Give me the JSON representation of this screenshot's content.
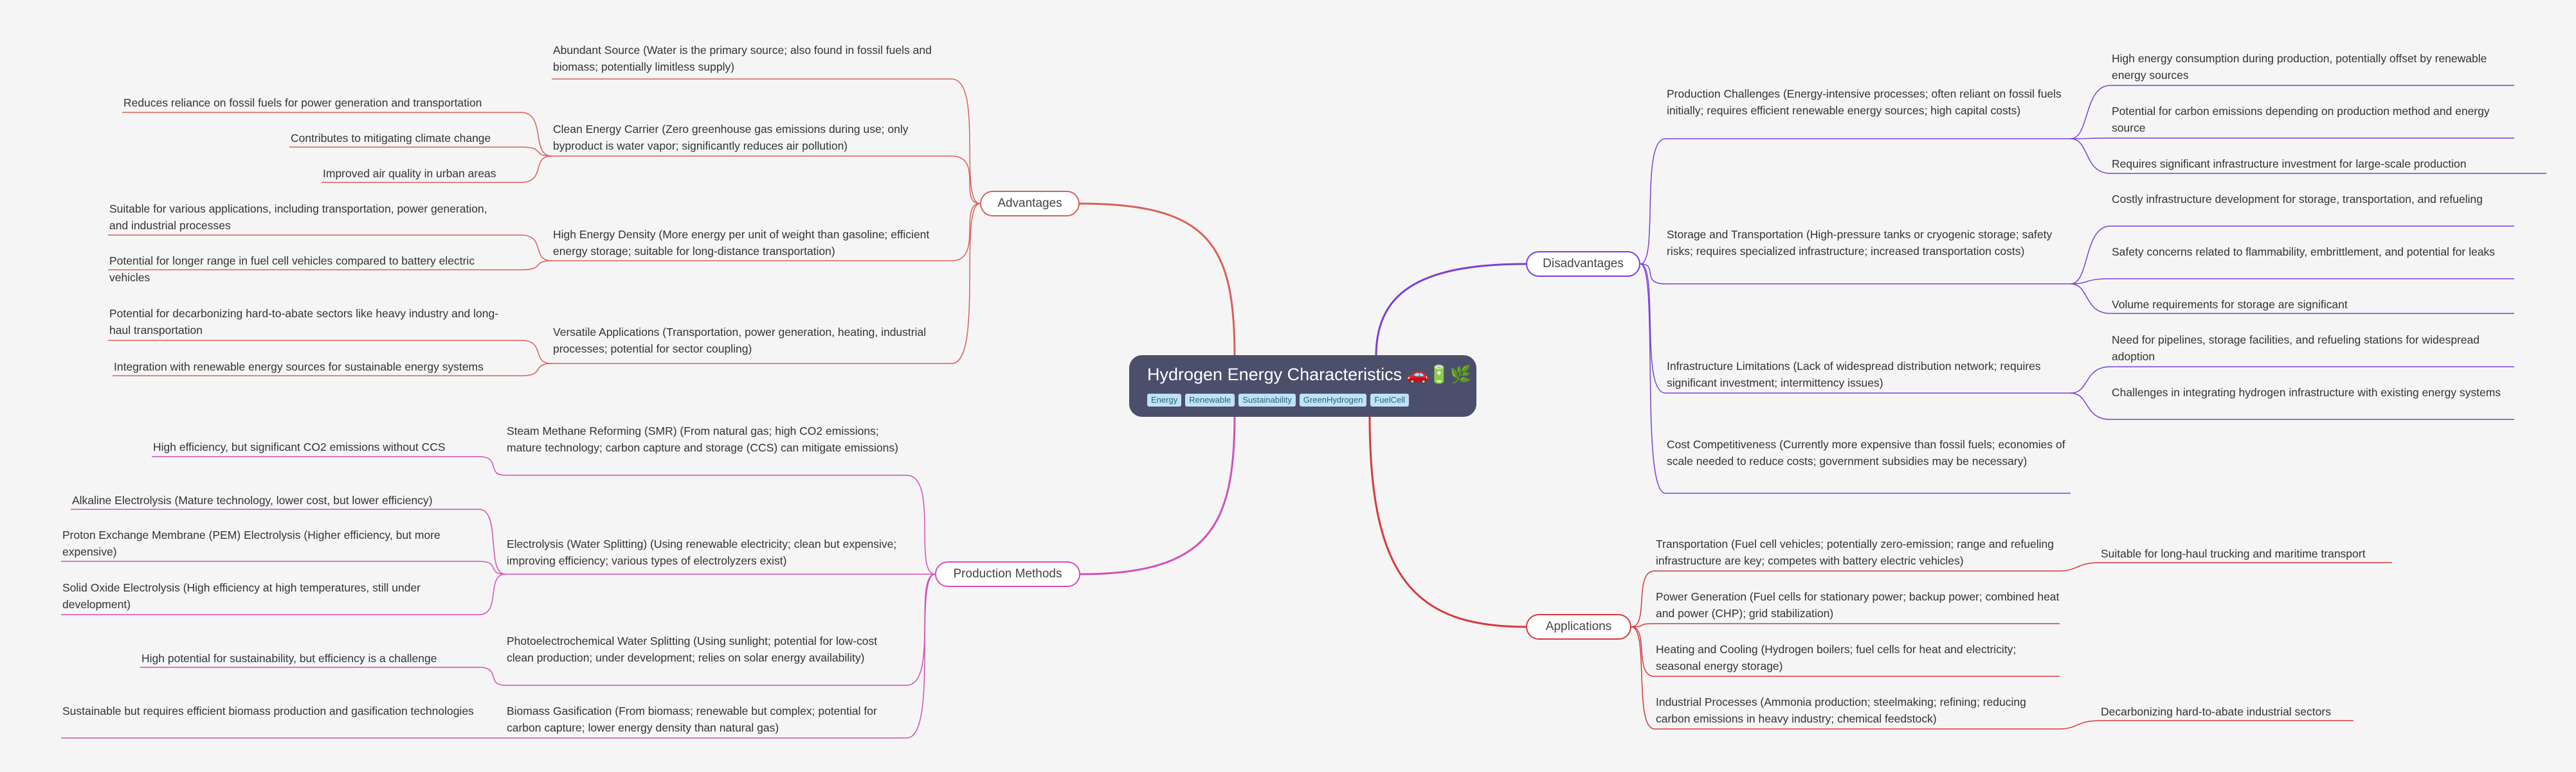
{
  "root": {
    "title": "Hydrogen Energy Characteristics 🚗🔋🌿",
    "tags": [
      "Energy",
      "Renewable",
      "Sustainability",
      "GreenHydrogen",
      "FuelCell"
    ]
  },
  "colors": {
    "advantages": "#d9605a",
    "production_methods": "#d24fb8",
    "disadvantages": "#7b3fd6",
    "applications": "#d6383f",
    "background": "#f5f5f5",
    "root": "#4b4f6b"
  },
  "branches": {
    "advantages": {
      "label": "Advantages",
      "items": [
        {
          "text": "Abundant Source (Water is the primary source; also found in fossil fuels and biomass; potentially limitless supply)",
          "children": []
        },
        {
          "text": "Clean Energy Carrier (Zero greenhouse gas emissions during use; only byproduct is water vapor; significantly reduces air pollution)",
          "children": [
            "Reduces reliance on fossil fuels for power generation and transportation",
            "Contributes to mitigating climate change",
            "Improved air quality in urban areas"
          ]
        },
        {
          "text": "High Energy Density (More energy per unit of weight than gasoline; efficient energy storage; suitable for long-distance transportation)",
          "children": [
            "Suitable for various applications, including transportation, power generation, and industrial processes",
            "Potential for longer range in fuel cell vehicles compared to battery electric vehicles"
          ]
        },
        {
          "text": "Versatile Applications (Transportation, power generation, heating, industrial processes; potential for sector coupling)",
          "children": [
            "Potential for decarbonizing hard-to-abate sectors like heavy industry and long-haul transportation",
            "Integration with renewable energy sources for sustainable energy systems"
          ]
        }
      ]
    },
    "production_methods": {
      "label": "Production Methods",
      "items": [
        {
          "text": "Steam Methane Reforming (SMR) (From natural gas; high CO2 emissions; mature technology; carbon capture and storage (CCS) can mitigate emissions)",
          "children": [
            "High efficiency, but significant CO2 emissions without CCS"
          ]
        },
        {
          "text": "Electrolysis (Water Splitting) (Using renewable electricity; clean but expensive; improving efficiency; various types of electrolyzers exist)",
          "children": [
            "Alkaline Electrolysis (Mature technology, lower cost, but lower efficiency)",
            "Proton Exchange Membrane (PEM) Electrolysis (Higher efficiency, but more expensive)",
            "Solid Oxide Electrolysis (High efficiency at high temperatures, still under development)"
          ]
        },
        {
          "text": "Photoelectrochemical Water Splitting (Using sunlight; potential for low-cost clean production; under development; relies on solar energy availability)",
          "children": [
            "High potential for sustainability, but efficiency is a challenge"
          ]
        },
        {
          "text": "Biomass Gasification (From biomass; renewable but complex; potential for carbon capture; lower energy density than natural gas)",
          "children": [
            "Sustainable but requires efficient biomass production and gasification technologies"
          ]
        }
      ]
    },
    "disadvantages": {
      "label": "Disadvantages",
      "items": [
        {
          "text": "Production Challenges (Energy-intensive processes; often reliant on fossil fuels initially; requires efficient renewable energy sources; high capital costs)",
          "children": [
            "High energy consumption during production, potentially offset by renewable energy sources",
            "Potential for carbon emissions depending on production method and energy source",
            "Requires significant infrastructure investment for large-scale production"
          ]
        },
        {
          "text": "Storage and Transportation (High-pressure tanks or cryogenic storage; safety risks; requires specialized infrastructure; increased transportation costs)",
          "children": [
            "Costly infrastructure development for storage, transportation, and refueling",
            "Safety concerns related to flammability, embrittlement, and potential for leaks",
            "Volume requirements for storage are significant"
          ]
        },
        {
          "text": "Infrastructure Limitations (Lack of widespread distribution network; requires significant investment; intermittency issues)",
          "children": [
            "Need for pipelines, storage facilities, and refueling stations for widespread adoption",
            "Challenges in integrating hydrogen infrastructure with existing energy systems"
          ]
        },
        {
          "text": "Cost Competitiveness (Currently more expensive than fossil fuels; economies of scale needed to reduce costs; government subsidies may be necessary)",
          "children": []
        }
      ]
    },
    "applications": {
      "label": "Applications",
      "items": [
        {
          "text": "Transportation (Fuel cell vehicles; potentially zero-emission; range and refueling infrastructure are key; competes with battery electric vehicles)",
          "children": [
            "Suitable for long-haul trucking and maritime transport"
          ]
        },
        {
          "text": "Power Generation (Fuel cells for stationary power; backup power; combined heat and power (CHP); grid stabilization)",
          "children": []
        },
        {
          "text": "Heating and Cooling (Hydrogen boilers; fuel cells for heat and electricity; seasonal energy storage)",
          "children": []
        },
        {
          "text": "Industrial Processes (Ammonia production; steelmaking; refining; reducing carbon emissions in heavy industry; chemical feedstock)",
          "children": [
            "Decarbonizing hard-to-abate industrial sectors"
          ]
        }
      ]
    }
  }
}
